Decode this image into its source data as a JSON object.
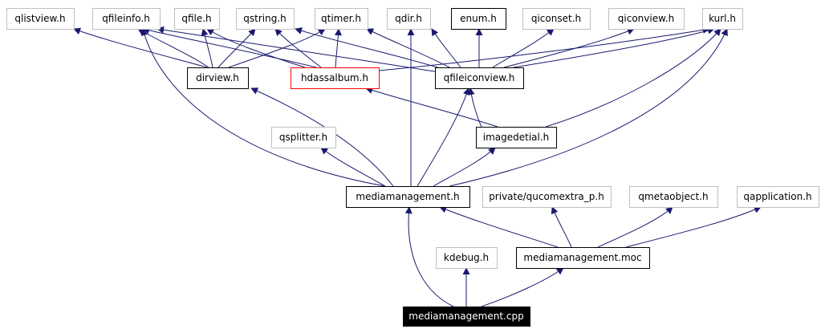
{
  "diagram": {
    "nodes": {
      "qlistview": {
        "label": "qlistview.h",
        "style": "gray"
      },
      "qfileinfo": {
        "label": "qfileinfo.h",
        "style": "gray"
      },
      "qfile": {
        "label": "qfile.h",
        "style": "gray"
      },
      "qstring": {
        "label": "qstring.h",
        "style": "gray"
      },
      "qtimer": {
        "label": "qtimer.h",
        "style": "gray"
      },
      "qdir": {
        "label": "qdir.h",
        "style": "gray"
      },
      "enum": {
        "label": "enum.h",
        "style": "black"
      },
      "qiconset": {
        "label": "qiconset.h",
        "style": "gray"
      },
      "qiconview": {
        "label": "qiconview.h",
        "style": "gray"
      },
      "kurl": {
        "label": "kurl.h",
        "style": "gray"
      },
      "dirview": {
        "label": "dirview.h",
        "style": "black"
      },
      "hdassalbum": {
        "label": "hdassalbum.h",
        "style": "red"
      },
      "qfileiconview": {
        "label": "qfileiconview.h",
        "style": "black"
      },
      "qsplitter": {
        "label": "qsplitter.h",
        "style": "gray"
      },
      "imagedetial": {
        "label": "imagedetial.h",
        "style": "black"
      },
      "mediamanagement_h": {
        "label": "mediamanagement.h",
        "style": "black"
      },
      "qucomextra": {
        "label": "private/qucomextra_p.h",
        "style": "gray"
      },
      "qmetaobject": {
        "label": "qmetaobject.h",
        "style": "gray"
      },
      "qapplication": {
        "label": "qapplication.h",
        "style": "gray"
      },
      "kdebug": {
        "label": "kdebug.h",
        "style": "gray"
      },
      "mediamanagement_moc": {
        "label": "mediamanagement.moc",
        "style": "black"
      },
      "mediamanagement_cpp": {
        "label": "mediamanagement.cpp",
        "style": "filled"
      }
    },
    "colors": {
      "edge": "#191970",
      "gray_border": "#bfbfbf",
      "black_border": "#000000",
      "red_border": "#ff0000",
      "filled_bg": "#000000",
      "filled_text": "#ffffff",
      "text": "#000000"
    }
  }
}
